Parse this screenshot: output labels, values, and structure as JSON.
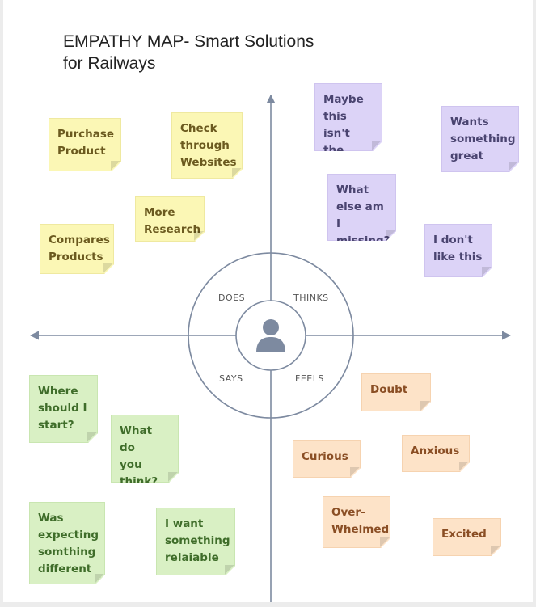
{
  "title": [
    "EMPATHY MAP- Smart Solutions",
    "for Railways"
  ],
  "quadrants": {
    "does": "DOES",
    "thinks": "THINKS",
    "says": "SAYS",
    "feels": "FEELS"
  },
  "center_icon": "user-icon",
  "colors": {
    "does": "#fbf7b5",
    "thinks": "#dcd3f7",
    "says": "#d9f0c4",
    "feels": "#fde3c8"
  },
  "notes": {
    "does": [
      [
        "Purchase",
        "Product"
      ],
      [
        "Check",
        "through",
        "Websites"
      ],
      [
        "More",
        "Research"
      ],
      [
        "Compares",
        "Products"
      ]
    ],
    "thinks": [
      [
        "Maybe",
        "this isn't",
        "the best"
      ],
      [
        "Wants",
        "something",
        "great"
      ],
      [
        "What",
        "else am I",
        "missing?"
      ],
      [
        "I don't",
        "like this"
      ]
    ],
    "says": [
      [
        "Where",
        "should I",
        "start?"
      ],
      [
        "What do",
        "you",
        "think?"
      ],
      [
        "Was",
        "expecting",
        "somthing",
        "different"
      ],
      [
        "I want",
        "something",
        "relaiable"
      ]
    ],
    "feels": [
      [
        "Doubt"
      ],
      [
        "Curious"
      ],
      [
        "Anxious"
      ],
      [
        "Over-",
        "Whelmed"
      ],
      [
        "Excited"
      ]
    ]
  }
}
